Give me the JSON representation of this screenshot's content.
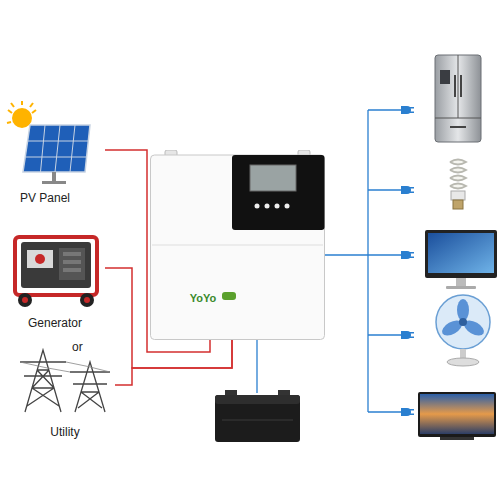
{
  "diagram": {
    "nodes": [
      {
        "text": [
          "PV Panel"
        ]
      },
      {
        "text": [
          "Generator"
        ]
      },
      {
        "text": [
          "Utility"
        ]
      },
      {
        "text": [
          "YoYo"
        ]
      }
    ],
    "edges": [
      {
        "from": 0,
        "to": 3,
        "arrow": "none"
      },
      {
        "from": 1,
        "to": 3,
        "arrow": "none"
      },
      {
        "from": 2,
        "to": 3,
        "arrow": "none"
      }
    ],
    "labels": [
      "or"
    ]
  }
}
